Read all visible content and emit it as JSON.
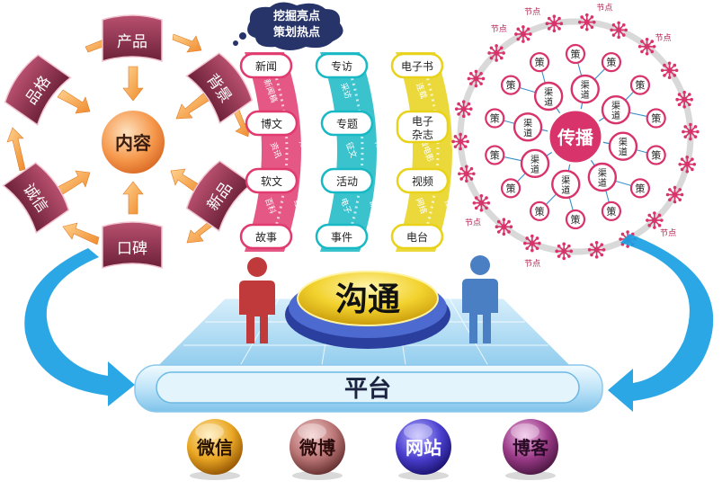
{
  "bubble": {
    "line1": "挖掘亮点",
    "line2": "策划热点"
  },
  "content_cycle": {
    "center": "内容",
    "items": {
      "top": "产品",
      "top_right": "背景",
      "bottom_right": "新品",
      "bottom": "口碑",
      "bottom_left": "诚信",
      "top_left": "品格"
    }
  },
  "chevrons": [
    {
      "nodes": [
        "新闻",
        "博文",
        "软文",
        "故事"
      ],
      "band": [
        "新闻稿",
        "报道",
        "资讯",
        "知识",
        "百科",
        "经验"
      ]
    },
    {
      "nodes": [
        "专访",
        "专题",
        "活动",
        "事件"
      ],
      "band": [
        "采访",
        "访谈",
        "征文",
        "体验",
        "电子",
        "访谈"
      ]
    },
    {
      "nodes": [
        "电子书",
        "电子杂志",
        "视频",
        "电台"
      ],
      "band": [
        "连载",
        "原创",
        "微电影",
        "创意",
        "网络",
        "播客"
      ]
    }
  ],
  "propagation": {
    "center": "传播",
    "channel": "渠道",
    "strategy": "策",
    "leaf": "节点"
  },
  "communication": "沟通",
  "platform": {
    "label": "平台"
  },
  "platforms": [
    "微信",
    "微博",
    "网站",
    "博客"
  ],
  "colors": {
    "cycle_red": "#a8344f",
    "cycle_center": "#f0874a",
    "arrow_orange": "#f6a347",
    "chevron_red": "#e03a6e",
    "chevron_teal": "#18b8c4",
    "chevron_yellow": "#e8d21a",
    "network_pink": "#d8336a",
    "person_red": "#c0393b",
    "person_blue": "#4a7fc4",
    "platform_blue": "#a8d7f3",
    "arrow_blue": "#1aa0e4",
    "comm_gold": "#f2d22e"
  }
}
